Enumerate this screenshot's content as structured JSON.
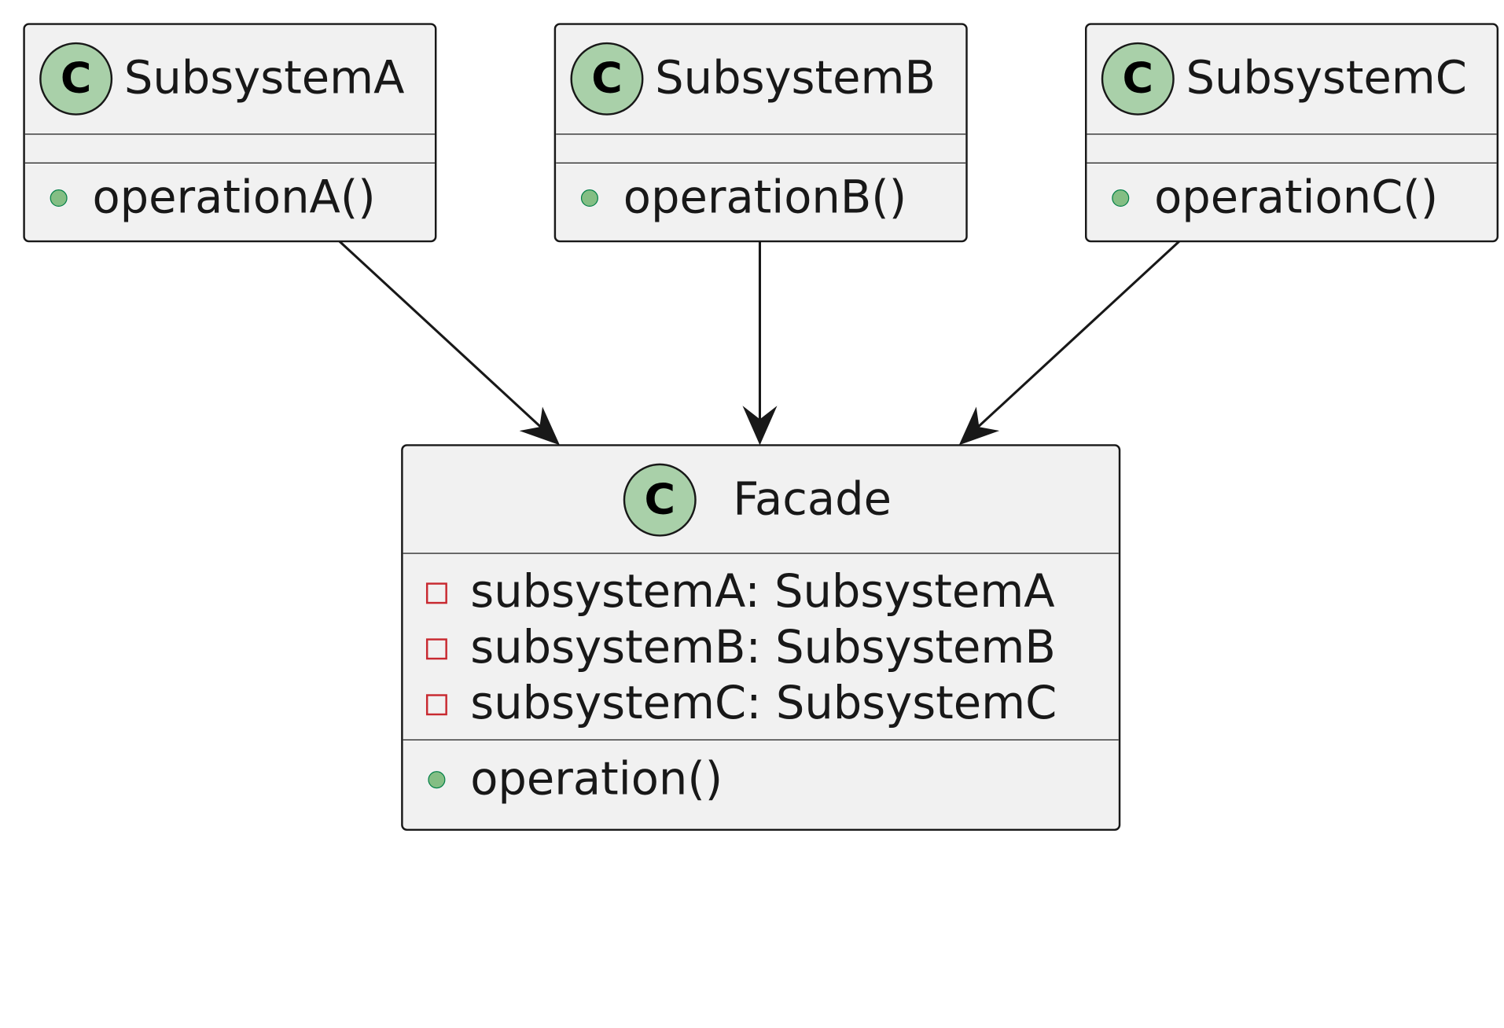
{
  "classes": {
    "subsystemA": {
      "name": "SubsystemA",
      "icon": "C",
      "methods": [
        {
          "visibility": "public",
          "text": "operationA()"
        }
      ]
    },
    "subsystemB": {
      "name": "SubsystemB",
      "icon": "C",
      "methods": [
        {
          "visibility": "public",
          "text": "operationB()"
        }
      ]
    },
    "subsystemC": {
      "name": "SubsystemC",
      "icon": "C",
      "methods": [
        {
          "visibility": "public",
          "text": "operationC()"
        }
      ]
    },
    "facade": {
      "name": "Facade",
      "icon": "C",
      "fields": [
        {
          "visibility": "private",
          "text": "subsystemA: SubsystemA"
        },
        {
          "visibility": "private",
          "text": "subsystemB: SubsystemB"
        },
        {
          "visibility": "private",
          "text": "subsystemC: SubsystemC"
        }
      ],
      "methods": [
        {
          "visibility": "public",
          "text": "operation()"
        }
      ]
    }
  },
  "relations": [
    {
      "from": "SubsystemA",
      "to": "Facade",
      "type": "association-arrow"
    },
    {
      "from": "SubsystemB",
      "to": "Facade",
      "type": "association-arrow"
    },
    {
      "from": "SubsystemC",
      "to": "Facade",
      "type": "association-arrow"
    }
  ],
  "colors": {
    "class_background": "#f1f1f1",
    "border": "#181818",
    "class_icon": "#a9d0a9",
    "public_marker": "#84be84",
    "private_marker": "#c82930"
  }
}
